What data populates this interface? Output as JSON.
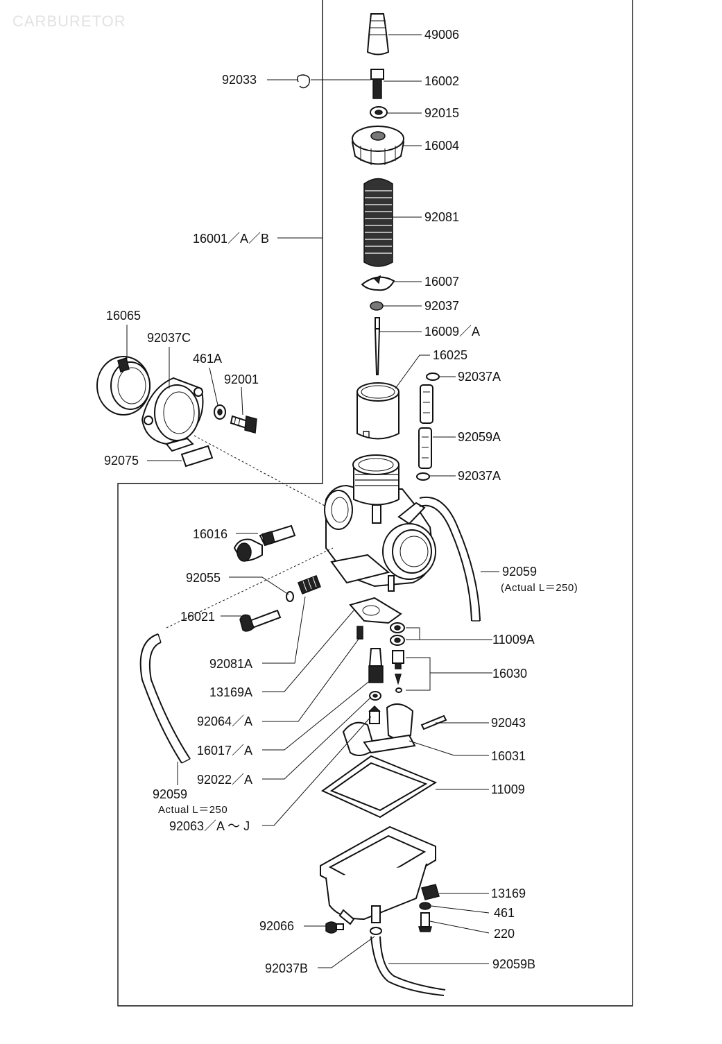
{
  "diagram": {
    "title": "CARBURETOR",
    "labels": {
      "l49006": "49006",
      "l92033": "92033",
      "l16002": "16002",
      "l92015": "92015",
      "l16004": "16004",
      "l92081": "92081",
      "l16001": "16001／A／B",
      "l16007": "16007",
      "l92037": "92037",
      "l16009": "16009／A",
      "l16025": "16025",
      "l92037A_top": "92037A",
      "l92059A": "92059A",
      "l92037A_bot": "92037A",
      "l16065": "16065",
      "l92037C": "92037C",
      "l461A": "461A",
      "l92001": "92001",
      "l92075": "92075",
      "l16016": "16016",
      "l92059_right": "92059",
      "l92059_right_note": "(Actual L＝250)",
      "l92055": "92055",
      "l16021": "16021",
      "l11009A": "11009A",
      "l92081A": "92081A",
      "l16030": "16030",
      "l13169A": "13169A",
      "l92064": "92064／A",
      "l92043": "92043",
      "l16017": "16017／A",
      "l16031": "16031",
      "l92022": "92022／A",
      "l92059_left": "92059",
      "l92059_left_note": "Actual L＝250",
      "l11009": "11009",
      "l92063": "92063／A ～ J",
      "l13169": "13169",
      "l461": "461",
      "l92066": "92066",
      "l220": "220",
      "l92037B": "92037B",
      "l92059B": "92059B"
    }
  }
}
